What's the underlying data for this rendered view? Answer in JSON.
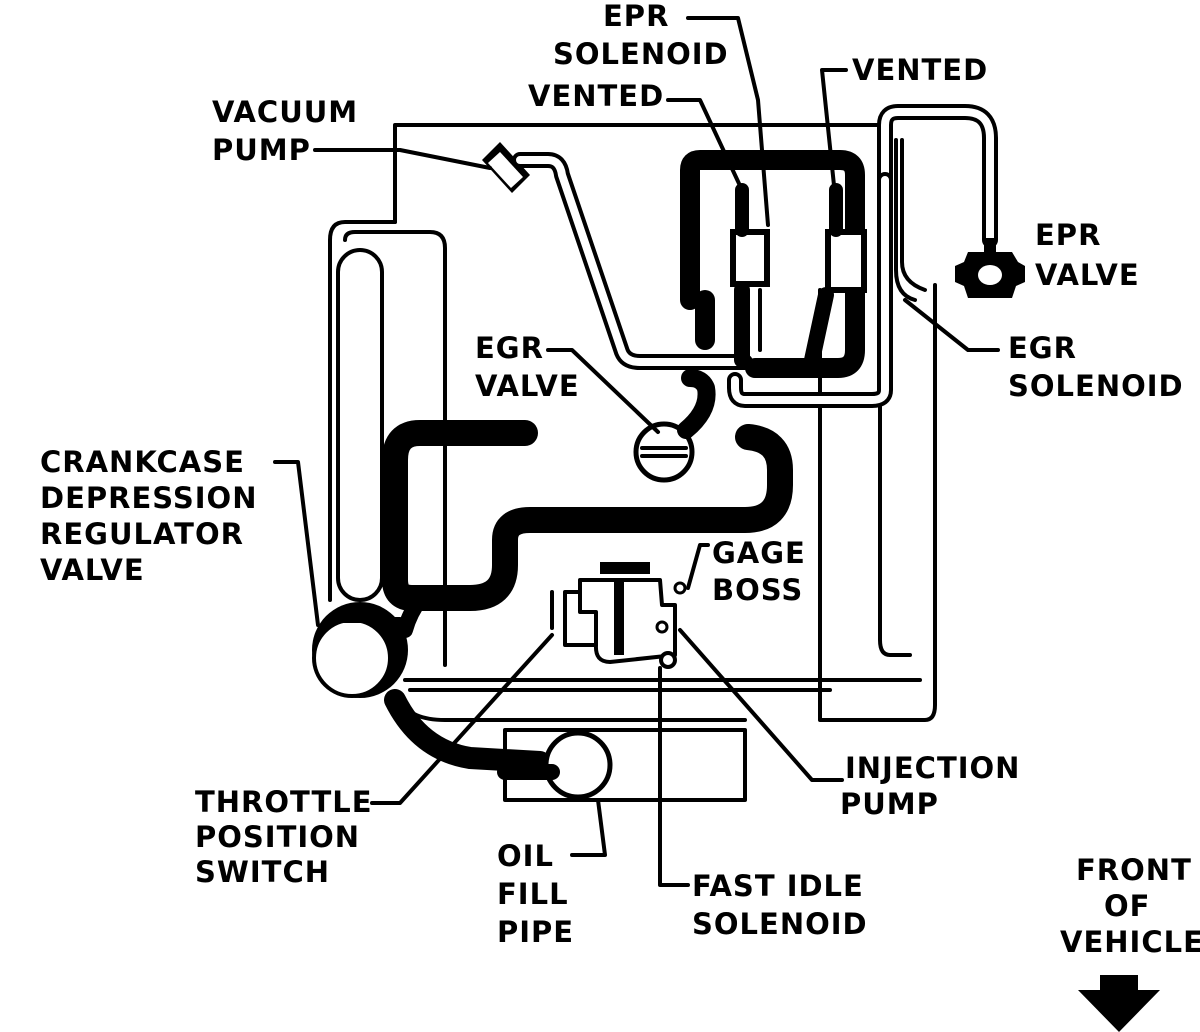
{
  "labels": {
    "epr_solenoid_line1": "EPR",
    "epr_solenoid_line2": "SOLENOID",
    "vented_left": "VENTED",
    "vented_right": "VENTED",
    "vacuum_pump_line1": "VACUUM",
    "vacuum_pump_line2": "PUMP",
    "epr_valve_line1": "EPR",
    "epr_valve_line2": "VALVE",
    "egr_valve_line1": "EGR",
    "egr_valve_line2": "VALVE",
    "egr_solenoid_line1": "EGR",
    "egr_solenoid_line2": "SOLENOID",
    "crankcase_line1": "CRANKCASE",
    "crankcase_line2": "DEPRESSION",
    "crankcase_line3": "REGULATOR",
    "crankcase_line4": "VALVE",
    "gage_boss_line1": "GAGE",
    "gage_boss_line2": "BOSS",
    "injection_pump_line1": "INJECTION",
    "injection_pump_line2": "PUMP",
    "throttle_line1": "THROTTLE",
    "throttle_line2": "POSITION",
    "throttle_line3": "SWITCH",
    "oil_fill_line1": "OIL",
    "oil_fill_line2": "FILL",
    "oil_fill_line3": "PIPE",
    "fast_idle_line1": "FAST IDLE",
    "fast_idle_line2": "SOLENOID",
    "front_line1": "FRONT",
    "front_line2": "OF",
    "front_line3": "VEHICLE"
  },
  "icons": {
    "front_arrow": "down-arrow-icon"
  },
  "colors": {
    "ink": "#000000",
    "paper": "#ffffff"
  }
}
